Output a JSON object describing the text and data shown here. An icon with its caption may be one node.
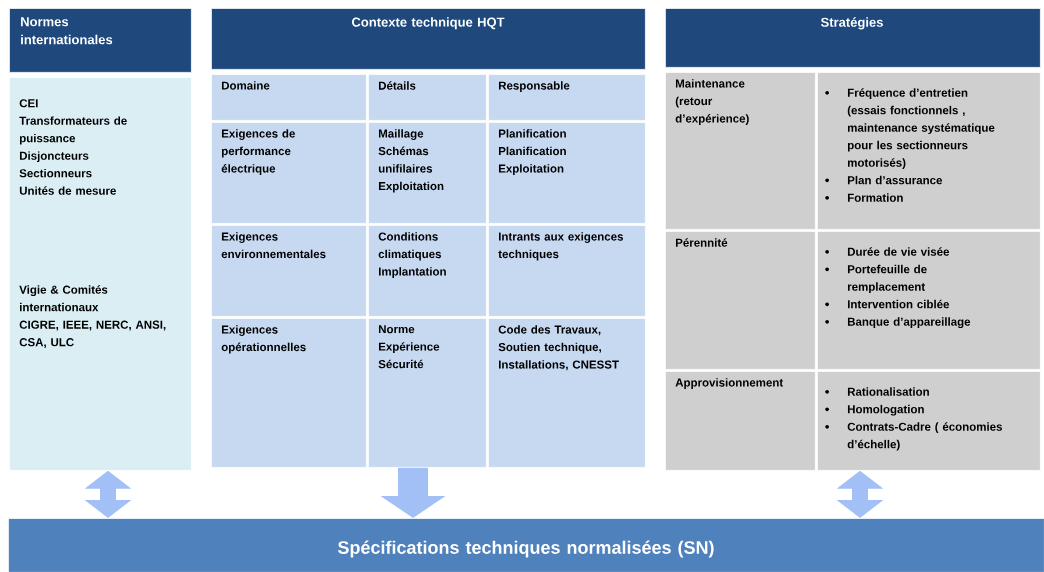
{
  "diagram": {
    "nodes": [
      {
        "text": [
          "Normes internationales"
        ]
      },
      {
        "text": [
          "CEI",
          "Transformateurs de puissance",
          "Disjoncteurs",
          "Sectionneurs",
          "Unités de mesure",
          "Vigie & Comités internationaux",
          "CIGRE, IEEE, NERC, ANSI, CSA, ULC"
        ]
      },
      {
        "text": [
          "Contexte technique HQT"
        ]
      },
      {
        "text": [
          "Domaine"
        ]
      },
      {
        "text": [
          "Détails"
        ]
      },
      {
        "text": [
          "Responsable"
        ]
      },
      {
        "text": [
          "Exigences de performance électrique"
        ]
      },
      {
        "text": [
          "Maillage",
          "Schémas unifilaires",
          "Exploitation"
        ]
      },
      {
        "text": [
          "Planification",
          "Planification",
          "Exploitation"
        ]
      },
      {
        "text": [
          "Exigences environnementales"
        ]
      },
      {
        "text": [
          "Conditions climatiques",
          "Implantation"
        ]
      },
      {
        "text": [
          "Intrants aux exigences techniques"
        ]
      },
      {
        "text": [
          "Exigences opérationnelles"
        ]
      },
      {
        "text": [
          "Norme",
          "Expérience",
          "Sécurité"
        ]
      },
      {
        "text": [
          "Code des Travaux,",
          "Soutien technique,",
          "Installations, CNESST"
        ]
      },
      {
        "text": [
          "Stratégies"
        ]
      },
      {
        "text": [
          "Maintenance (retour d’expérience)"
        ]
      },
      {
        "text": [
          "Fréquence d’entretien (essais fonctionnels , maintenance systématique pour les sectionneurs motorisés)",
          "Plan d’assurance",
          "Formation"
        ]
      },
      {
        "text": [
          "Pérennité"
        ]
      },
      {
        "text": [
          "Durée de vie visée",
          "Portefeuille de remplacement",
          "Intervention  ciblée",
          "Banque d’appareillage"
        ]
      },
      {
        "text": [
          "Approvisionnement"
        ]
      },
      {
        "text": [
          "Rationalisation",
          "Homologation",
          "Contrats-Cadre  ( économies d’échelle)"
        ]
      },
      {
        "text": [
          "Spécifications techniques normalisées (SN)"
        ]
      }
    ],
    "edges": [
      {
        "from": 1,
        "to": 22,
        "arrow": "both"
      },
      {
        "from": 13,
        "to": 22,
        "arrow": "to",
        "style": "thick"
      },
      {
        "from": 21,
        "to": 22,
        "arrow": "both"
      }
    ]
  }
}
